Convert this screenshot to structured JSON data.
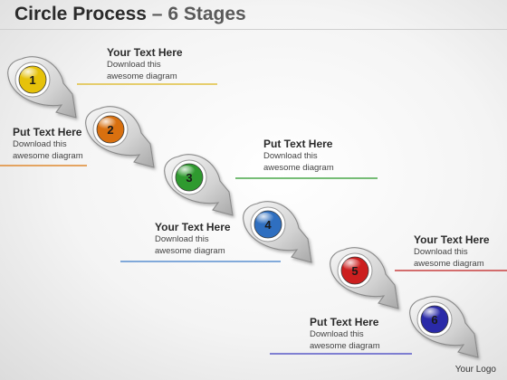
{
  "title": {
    "main": "Circle Process",
    "separator": "–",
    "sub": "6 Stages"
  },
  "stages": [
    {
      "number": "1",
      "color": "#e6c20a",
      "line_color": "#e0c040",
      "heading": "Your Text Here",
      "line1": "Download this",
      "line2": "awesome diagram"
    },
    {
      "number": "2",
      "color": "#d9700f",
      "line_color": "#e08a30",
      "heading": "Put Text Here",
      "line1": "Download this",
      "line2": "awesome diagram"
    },
    {
      "number": "3",
      "color": "#2f9a2f",
      "line_color": "#4aa84a",
      "heading": "Put Text Here",
      "line1": "Download this",
      "line2": "awesome diagram"
    },
    {
      "number": "4",
      "color": "#2f6fc0",
      "line_color": "#5a8fd0",
      "heading": "Your Text Here",
      "line1": "Download this",
      "line2": "awesome diagram"
    },
    {
      "number": "5",
      "color": "#cc1f1f",
      "line_color": "#c84040",
      "heading": "Your Text Here",
      "line1": "Download this",
      "line2": "awesome diagram"
    },
    {
      "number": "6",
      "color": "#2a2aa8",
      "line_color": "#5a5ac8",
      "heading": "Put Text Here",
      "line1": "Download this",
      "line2": "awesome diagram"
    }
  ],
  "logo": "Your Logo"
}
